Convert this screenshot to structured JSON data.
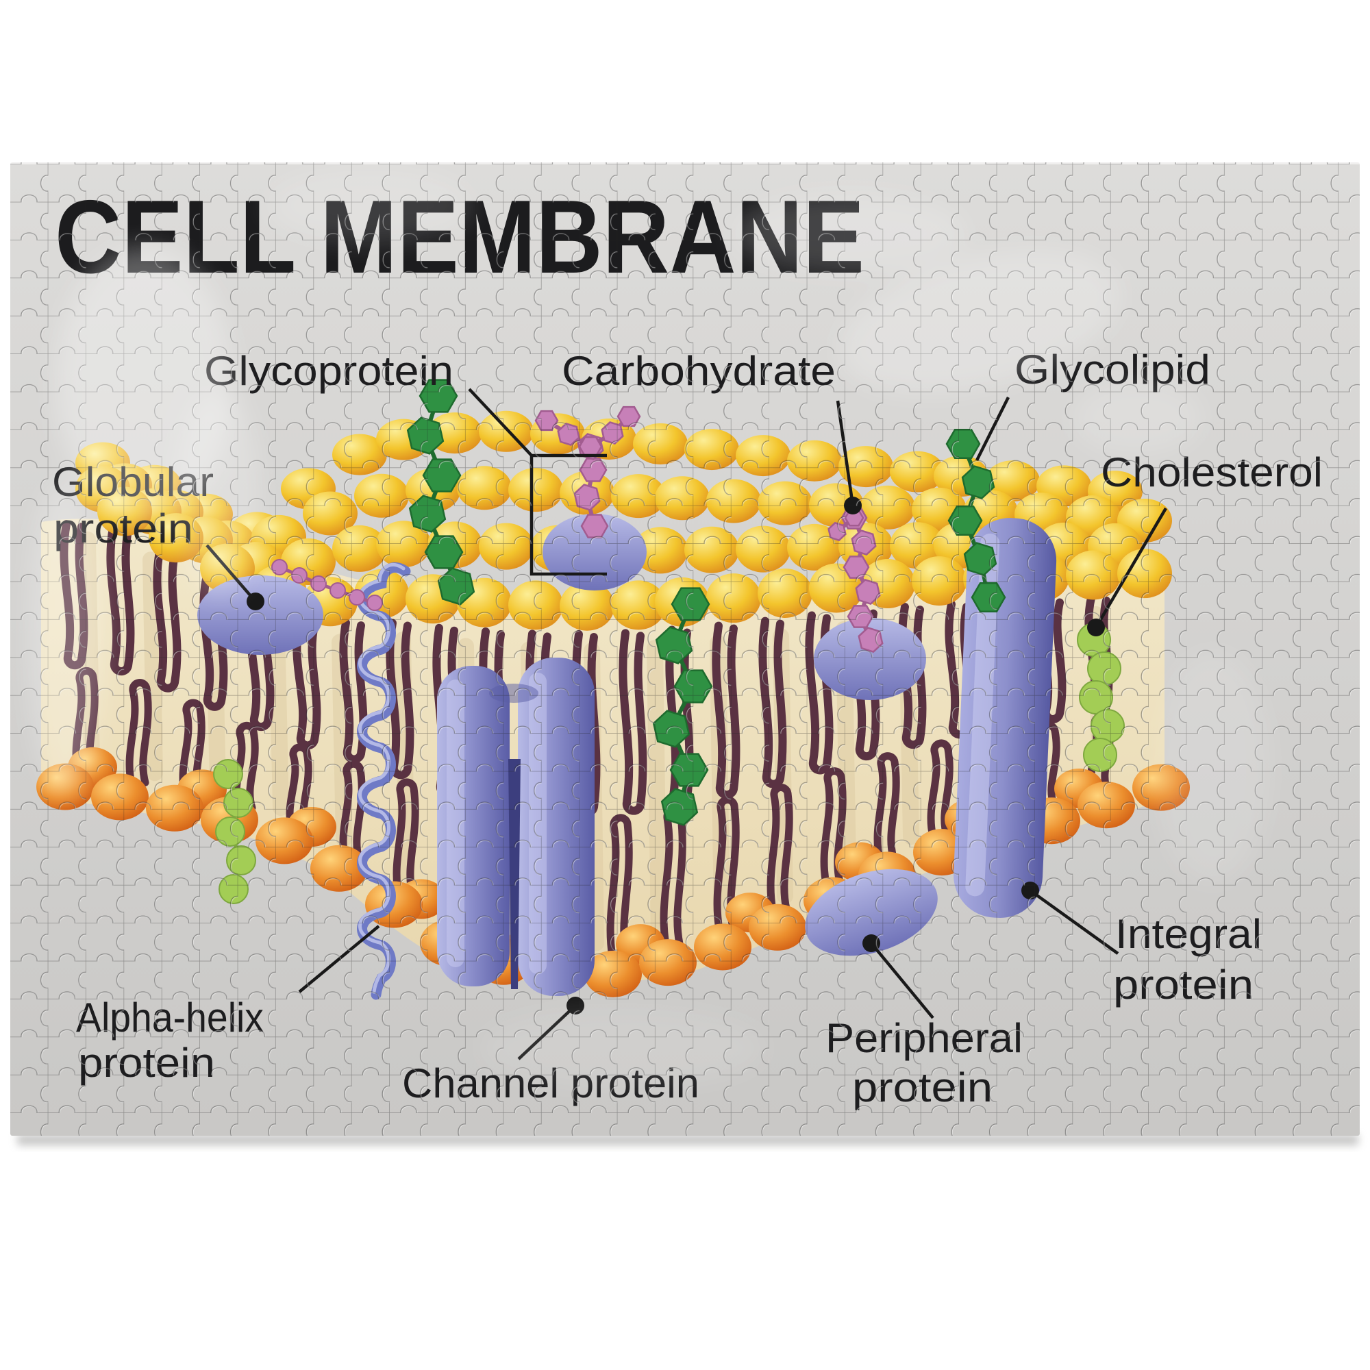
{
  "title": "CELL MEMBRANE",
  "labels": {
    "glycoprotein": {
      "text": "Glycoprotein"
    },
    "carbohydrate": {
      "text": "Carbohydrate"
    },
    "glycolipid": {
      "text": "Glycolipid"
    },
    "cholesterol": {
      "text": "Cholesterol"
    },
    "globular_protein": {
      "line1": "Globular",
      "line2": "protein"
    },
    "alpha_helix_protein": {
      "line1": "Alpha-helix",
      "line2": "protein"
    },
    "channel_protein": {
      "text": "Channel protein"
    },
    "peripheral_protein": {
      "line1": "Peripheral",
      "line2": "protein"
    },
    "integral_protein": {
      "line1": "Integral",
      "line2": "protein"
    }
  },
  "colors": {
    "title_text": "#1c1c1e",
    "label_text": "#1d1d1f",
    "puzzle_base_light": "#dddcda",
    "puzzle_base_dark": "#c9c8c6",
    "lipid_head_yellow": "#f3c52d",
    "lipid_head_yellow_hi": "#fcee96",
    "lipid_head_yellow_shade": "#dd8a1c",
    "lipid_head_orange": "#ec8f2e",
    "lipid_head_orange_hi": "#ffd37a",
    "lipid_head_orange_shade": "#cf5a12",
    "membrane_interior_top": "#f2e8ca",
    "membrane_interior_bottom": "#e8d7ae",
    "fatty_tail": "#5a3242",
    "ghost_tail": "#dcc9a0",
    "protein_blue_hi": "#b7bae6",
    "protein_blue": "#8d90cc",
    "protein_blue_dark": "#5a5da6",
    "channel_slot": "#3c3e7e",
    "carbohydrate_green": "#2f9143",
    "carbohydrate_green_dark": "#1e6b2e",
    "cholesterol_green": "#a3cd55",
    "cholesterol_green_dark": "#7ea83f",
    "glyco_pink": "#c780b8",
    "glyco_pink_dark": "#a25c90",
    "leader_line": "#191919"
  }
}
